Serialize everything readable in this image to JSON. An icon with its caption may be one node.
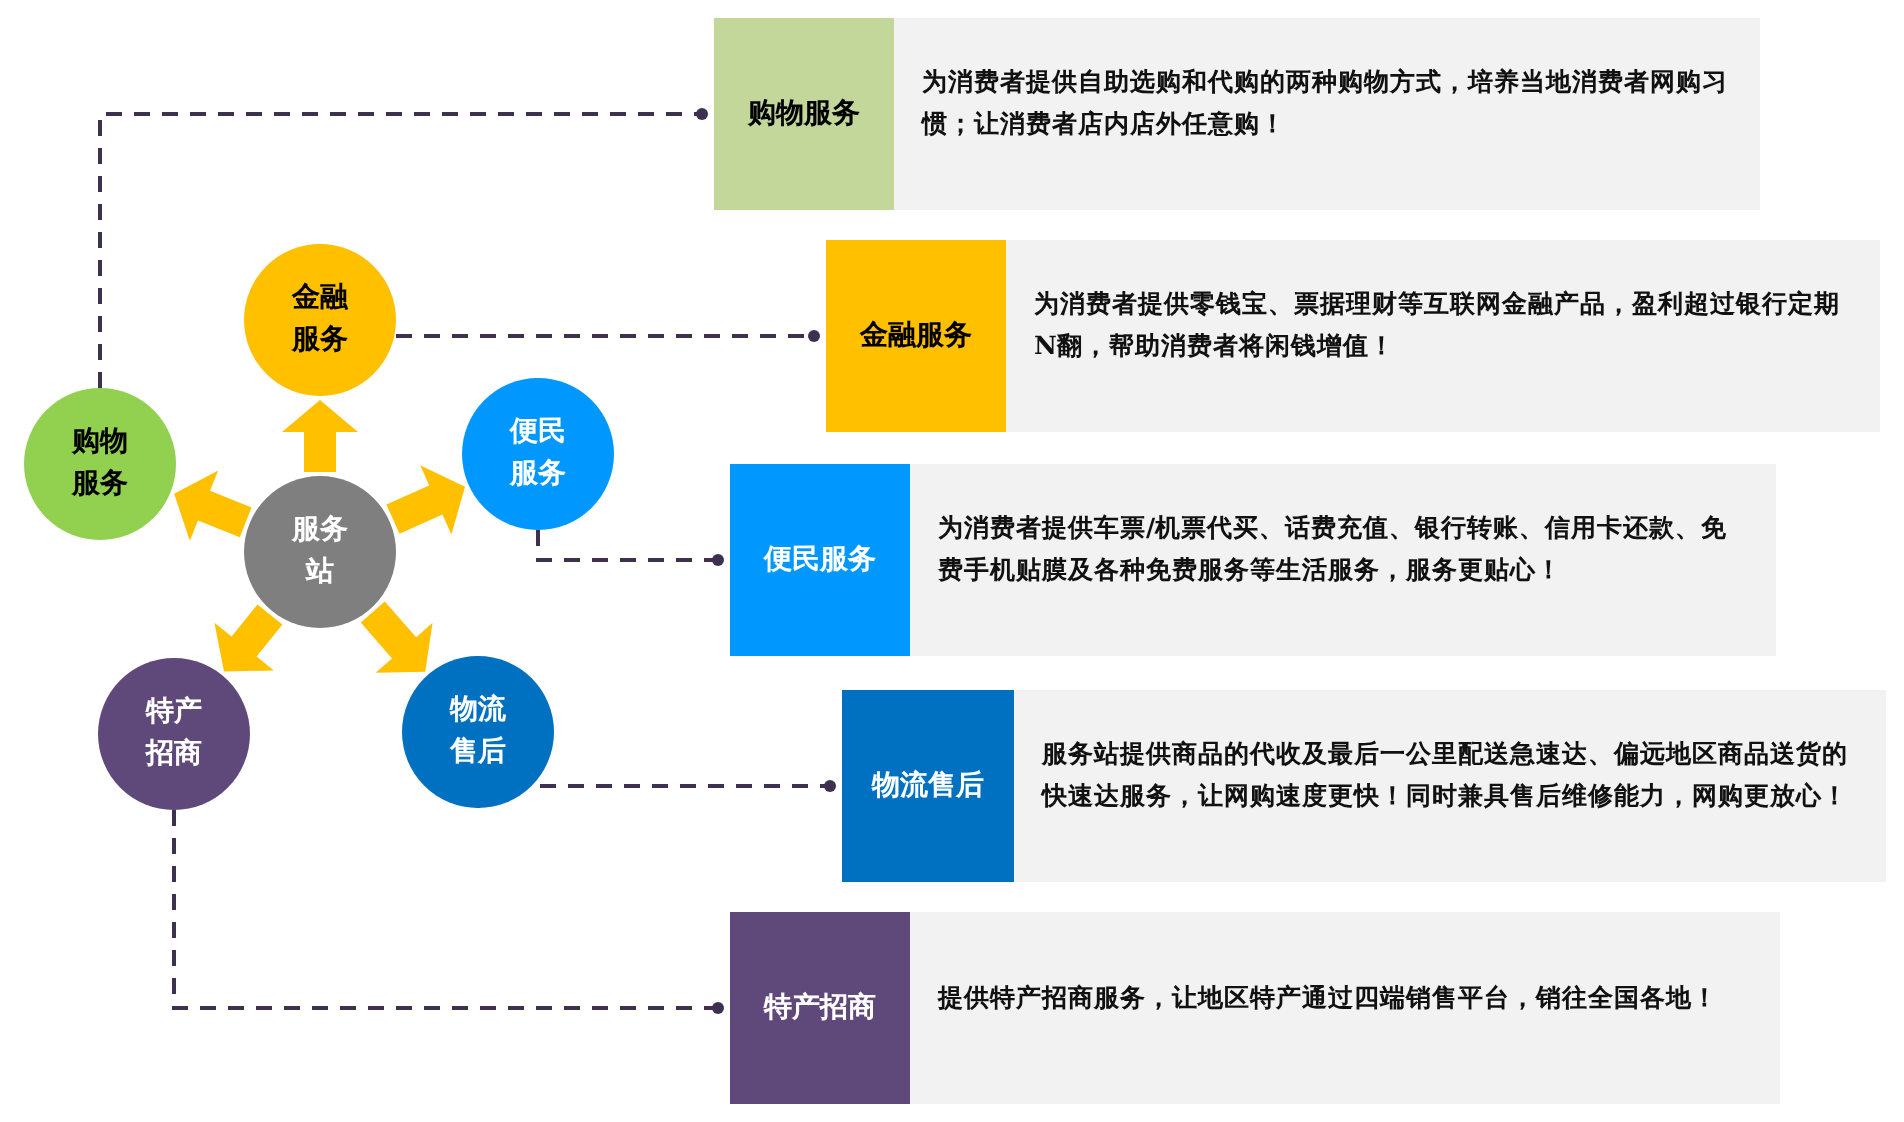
{
  "diagram": {
    "nodes": [
      {
        "text": [
          "服务站"
        ]
      },
      {
        "text": [
          "金融服务"
        ]
      },
      {
        "text": [
          "购物服务"
        ]
      },
      {
        "text": [
          "便民服务"
        ]
      },
      {
        "text": [
          "特产招商"
        ]
      },
      {
        "text": [
          "物流售后"
        ]
      },
      {
        "text": [
          "购物服务",
          "为消费者提供自助选购和代购的两种购物方式，培养当地消费者网购习惯；让消费者店内店外任意购！"
        ]
      },
      {
        "text": [
          "金融服务",
          "为消费者提供零钱宝、票据理财等互联网金融产品，盈利超过银行定期N翻，帮助消费者将闲钱增值！"
        ]
      },
      {
        "text": [
          "便民服务",
          "为消费者提供车票/机票代买、话费充值、银行转账、信用卡还款、免费手机贴膜及各种免费服务等生活服务，服务更贴心！"
        ]
      },
      {
        "text": [
          "物流售后",
          "服务站提供商品的代收及最后一公里配送急速达、偏远地区商品送货的快速达服务，让网购速度更快！同时兼具售后维修能力，网购更放心！"
        ]
      },
      {
        "text": [
          "特产招商",
          "提供特产招商服务，让地区特产通过四端销售平台，销往全国各地！"
        ]
      }
    ],
    "edges": [
      {
        "from": 0,
        "to": 1,
        "arrow": "to",
        "style": "thick",
        "color": "#ffc000"
      },
      {
        "from": 0,
        "to": 2,
        "arrow": "to",
        "style": "thick",
        "color": "#ffc000"
      },
      {
        "from": 0,
        "to": 3,
        "arrow": "to",
        "style": "thick",
        "color": "#ffc000"
      },
      {
        "from": 0,
        "to": 4,
        "arrow": "to",
        "style": "thick",
        "color": "#ffc000"
      },
      {
        "from": 0,
        "to": 5,
        "arrow": "to",
        "style": "thick",
        "color": "#ffc000"
      },
      {
        "from": 2,
        "to": 6,
        "arrow": "other",
        "style": "dashed"
      },
      {
        "from": 1,
        "to": 7,
        "arrow": "other",
        "style": "dashed"
      },
      {
        "from": 3,
        "to": 8,
        "arrow": "other",
        "style": "dashed"
      },
      {
        "from": 5,
        "to": 9,
        "arrow": "other",
        "style": "dashed"
      },
      {
        "from": 4,
        "to": 10,
        "arrow": "other",
        "style": "dashed"
      }
    ]
  }
}
